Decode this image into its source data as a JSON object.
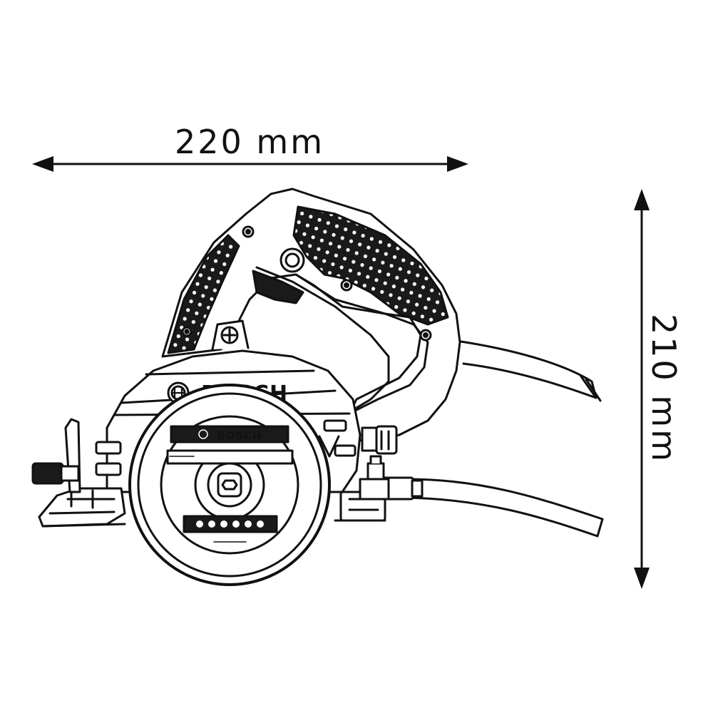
{
  "dimensions": {
    "width_label": "220 mm",
    "height_label": "210 mm"
  },
  "product": {
    "brand": "BOSCH",
    "blade_brand": "BOSCH",
    "logo_icon": "bosch-armature-icon"
  },
  "colors": {
    "line": "#111111",
    "background": "#ffffff"
  }
}
